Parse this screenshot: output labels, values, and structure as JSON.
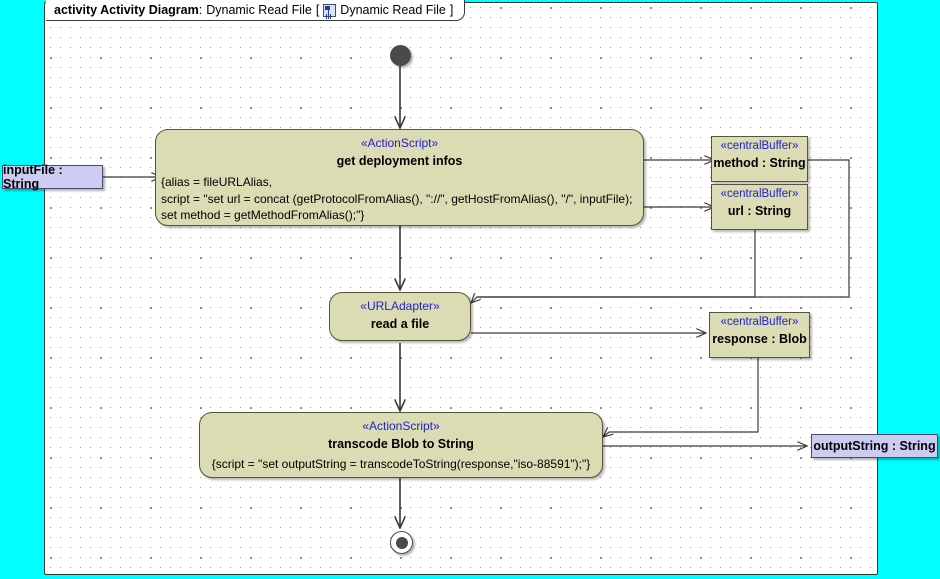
{
  "frame": {
    "keyword": "activity Activity Diagram",
    "separator": ":",
    "name": "Dynamic Read File",
    "bracket_open": "[",
    "icon": "diagram-icon",
    "inner_name": "Dynamic Read File",
    "bracket_close": "]"
  },
  "colors": {
    "canvas_background": "#00ffff",
    "frame_background": "#ffffff",
    "action_fill": "#dcdcb4",
    "action_border": "#55553a",
    "stereotype_text": "#2222cc",
    "parameter_fill": "#ccccf2",
    "parameter_border": "#4b4b6b",
    "node_fill": "#4a4a4a",
    "connector": "#3a3a3a"
  },
  "nodes": {
    "initial": {
      "name": "initial-node"
    },
    "final": {
      "name": "activity-final-node"
    },
    "get_deployment": {
      "stereotype": "«ActionScript»",
      "title": "get deployment infos",
      "body": "{alias = fileURLAlias,\nscript = \"set url = concat (getProtocolFromAlias(), \"://\", getHostFromAlias(), \"/\", inputFile);\nset method = getMethodFromAlias();\"}"
    },
    "read_file": {
      "stereotype": "«URLAdapter»",
      "title": "read a file"
    },
    "transcode": {
      "stereotype": "«ActionScript»",
      "title": "transcode Blob to String",
      "body": "{script = \"set outputString = transcodeToString(response,\"iso-88591\");\"}"
    }
  },
  "buffers": [
    {
      "stereotype": "«centralBuffer»",
      "title": "method : String"
    },
    {
      "stereotype": "«centralBuffer»",
      "title": "url : String"
    },
    {
      "stereotype": "«centralBuffer»",
      "title": "response : Blob"
    }
  ],
  "parameters": {
    "input": "inputFile : String",
    "output": "outputString : String"
  }
}
